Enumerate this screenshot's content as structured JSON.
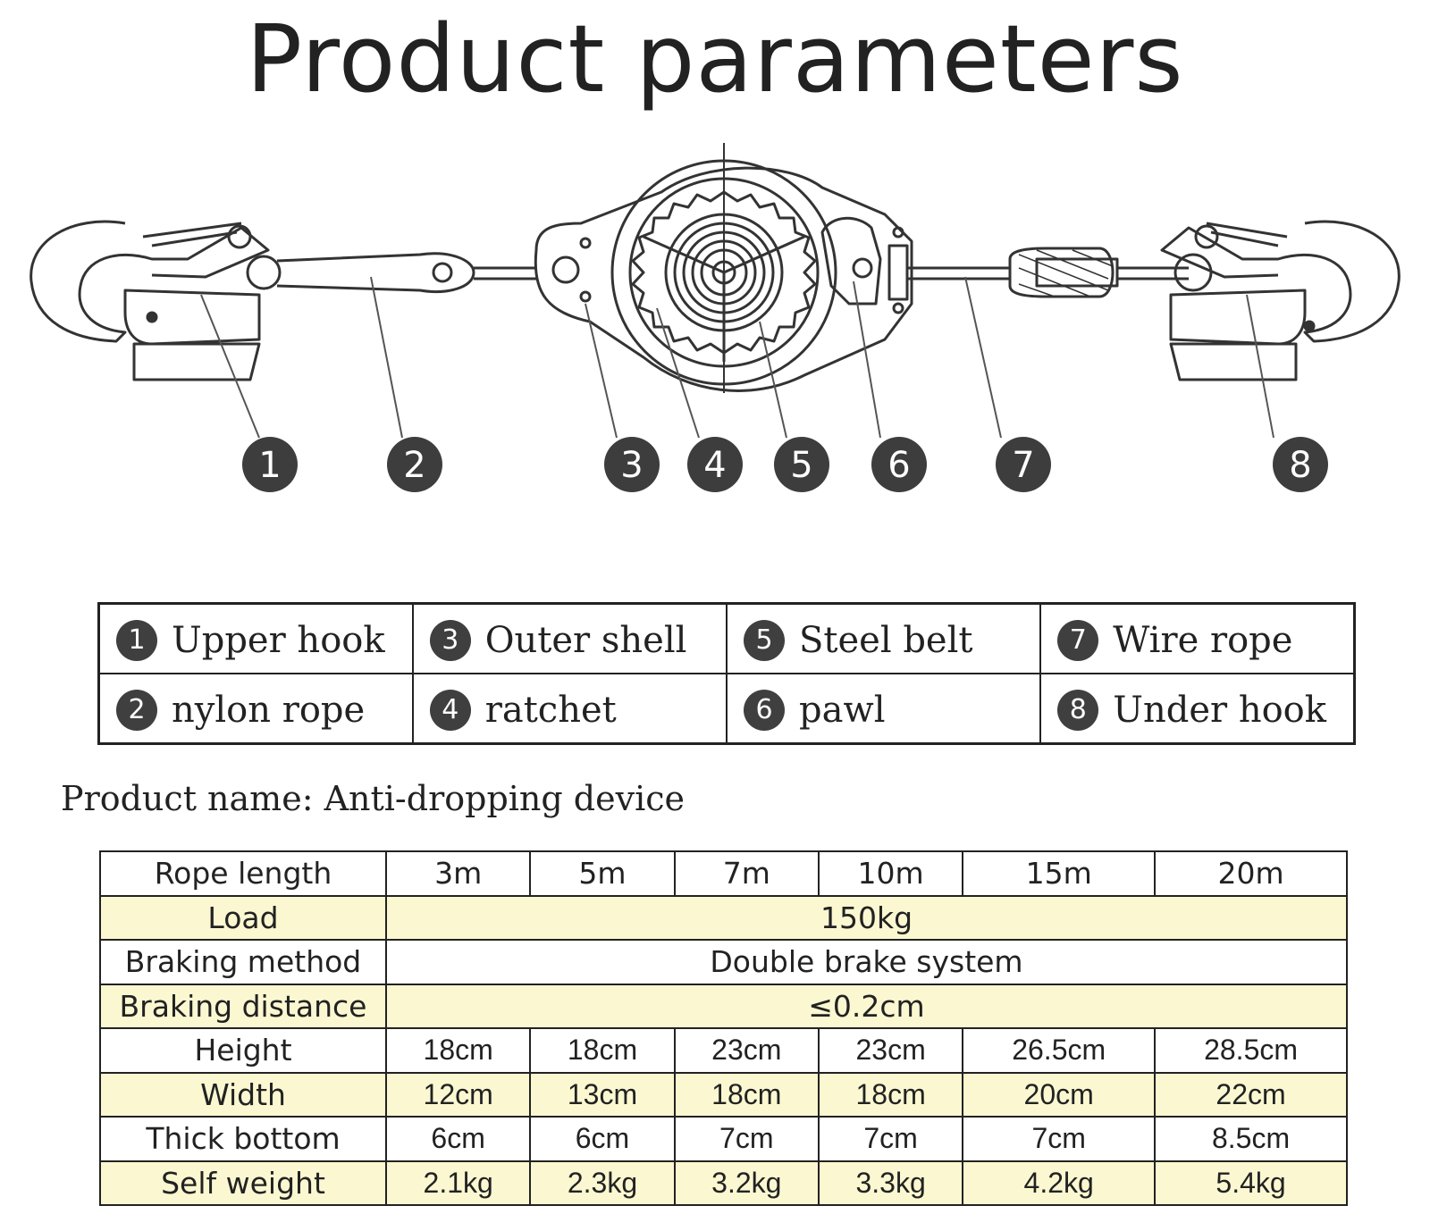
{
  "page_title": "Product parameters",
  "callouts": [
    "1",
    "2",
    "3",
    "4",
    "5",
    "6",
    "7",
    "8"
  ],
  "legend": [
    [
      {
        "num": "1",
        "label": "Upper hook"
      },
      {
        "num": "3",
        "label": "Outer shell"
      },
      {
        "num": "5",
        "label": "Steel belt"
      },
      {
        "num": "7",
        "label": "Wire rope"
      }
    ],
    [
      {
        "num": "2",
        "label": "nylon rope"
      },
      {
        "num": "4",
        "label": "ratchet"
      },
      {
        "num": "6",
        "label": "pawl"
      },
      {
        "num": "8",
        "label": "Under hook"
      }
    ]
  ],
  "product_name": "Product name: Anti-dropping device",
  "spec": {
    "rope_length": {
      "label": "Rope length",
      "values": [
        "3m",
        "5m",
        "7m",
        "10m",
        "15m",
        "20m"
      ]
    },
    "load": {
      "label": "Load",
      "value": "150kg"
    },
    "braking_method": {
      "label": "Braking method",
      "value": "Double brake system"
    },
    "braking_distance": {
      "label": "Braking distance",
      "value": "≤0.2cm"
    },
    "height": {
      "label": "Height",
      "values": [
        "18cm",
        "18cm",
        "23cm",
        "23cm",
        "26.5cm",
        "28.5cm"
      ]
    },
    "width": {
      "label": "Width",
      "values": [
        "12cm",
        "13cm",
        "18cm",
        "18cm",
        "20cm",
        "22cm"
      ]
    },
    "thick_bottom": {
      "label": "Thick bottom",
      "values": [
        "6cm",
        "6cm",
        "7cm",
        "7cm",
        "7cm",
        "8.5cm"
      ]
    },
    "self_weight": {
      "label": "Self weight",
      "values": [
        "2.1kg",
        "2.3kg",
        "3.2kg",
        "3.3kg",
        "4.2kg",
        "5.4kg"
      ]
    }
  }
}
